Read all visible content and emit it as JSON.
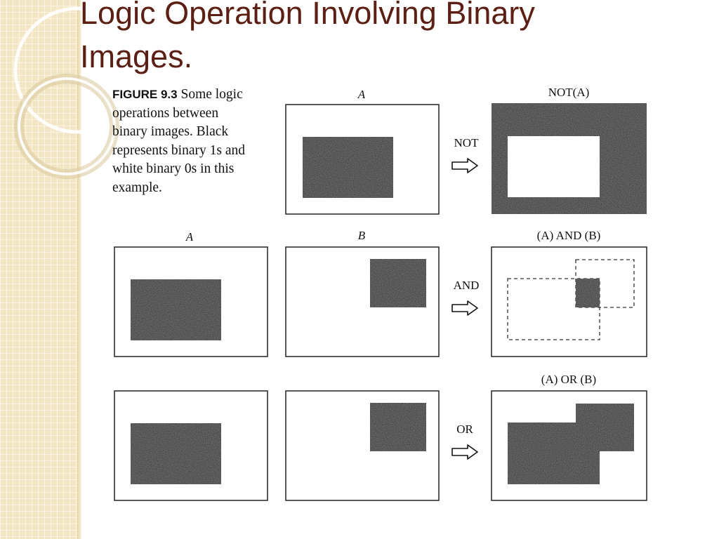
{
  "slide": {
    "title_line1": "Logic Operation Involving Binary",
    "title_line2": "Images."
  },
  "caption": {
    "figure_label": "FIGURE 9.3",
    "text": " Some logic operations between binary images. Black represents binary 1s and white binary 0s in this example."
  },
  "labels": {
    "a_top": "A",
    "not_a": "NOT(A)",
    "a_mid": "A",
    "b_mid": "B",
    "a_and_b": "(A) AND (B)",
    "a_or_b": "(A) OR (B)"
  },
  "operators": {
    "not": "NOT",
    "and": "AND",
    "or": "OR"
  },
  "icons": {
    "arrow": "outline-right-arrow-icon"
  },
  "colors": {
    "title": "#5c1f14",
    "foreground_pixels": "#1a1a1a",
    "background_band": "#f3e6c4"
  }
}
